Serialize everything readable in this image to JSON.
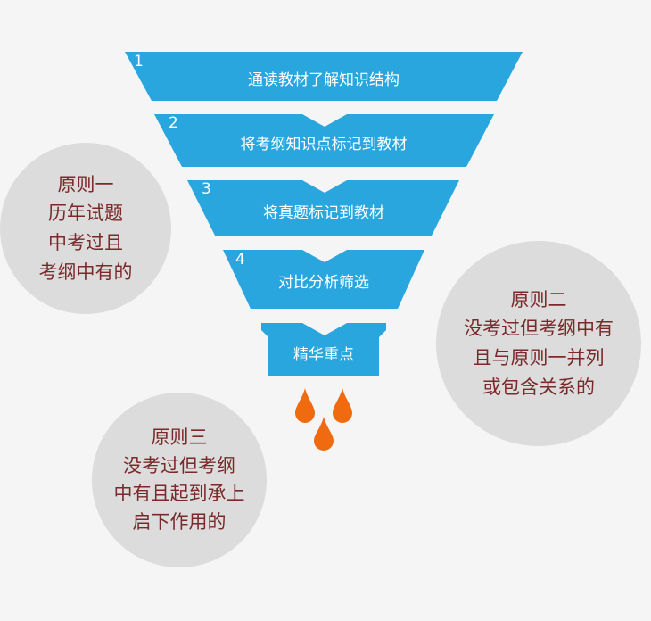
{
  "colors": {
    "funnel_blue": "#2aa6df",
    "drop_orange": "#f06a10",
    "circle_gray": "#dcdcdc",
    "circle_text": "#7a2a2a"
  },
  "stages": [
    {
      "number": "1",
      "label": "通读教材了解知识结构"
    },
    {
      "number": "2",
      "label": "将考纲知识点标记到教材"
    },
    {
      "number": "3",
      "label": "将真题标记到教材"
    },
    {
      "number": "4",
      "label": "对比分析筛选"
    },
    {
      "number": "",
      "label": "精华重点"
    }
  ],
  "principles": [
    {
      "lines": [
        "原则一",
        "历年试题",
        "中考过且",
        "考纲中有的"
      ]
    },
    {
      "lines": [
        "原则二",
        "没考过但考纲中有",
        "且与原则一并列",
        "或包含关系的"
      ]
    },
    {
      "lines": [
        "原则三",
        "没考过但考纲",
        "中有且起到承上",
        "启下作用的"
      ]
    }
  ]
}
